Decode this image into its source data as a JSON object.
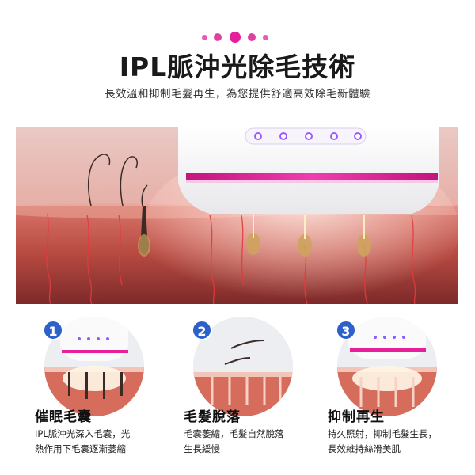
{
  "header": {
    "title": "IPL脈沖光除毛技術",
    "subtitle": "長效溫和抑制毛髮再生，為您提供舒適高效除毛新體驗"
  },
  "colors": {
    "accent_pink": "#e6209a",
    "step_badge_blue": "#2c61c9",
    "skin_red": "#c84a42",
    "device_white": "#f5f5f7"
  },
  "device": {
    "indicator_count": 5
  },
  "steps": [
    {
      "number": "1",
      "label": "催眠毛囊",
      "desc_line1": "IPL脈沖光深入毛囊，光",
      "desc_line2": "熱作用下毛囊逐漸萎縮"
    },
    {
      "number": "2",
      "label": "毛髮脫落",
      "desc_line1": "毛囊萎縮，毛髮自然脫落",
      "desc_line2": "生長緩慢"
    },
    {
      "number": "3",
      "label": "抑制再生",
      "desc_line1": "持久照射，抑制毛髮生長，",
      "desc_line2": "長效維持絲滑美肌"
    }
  ]
}
